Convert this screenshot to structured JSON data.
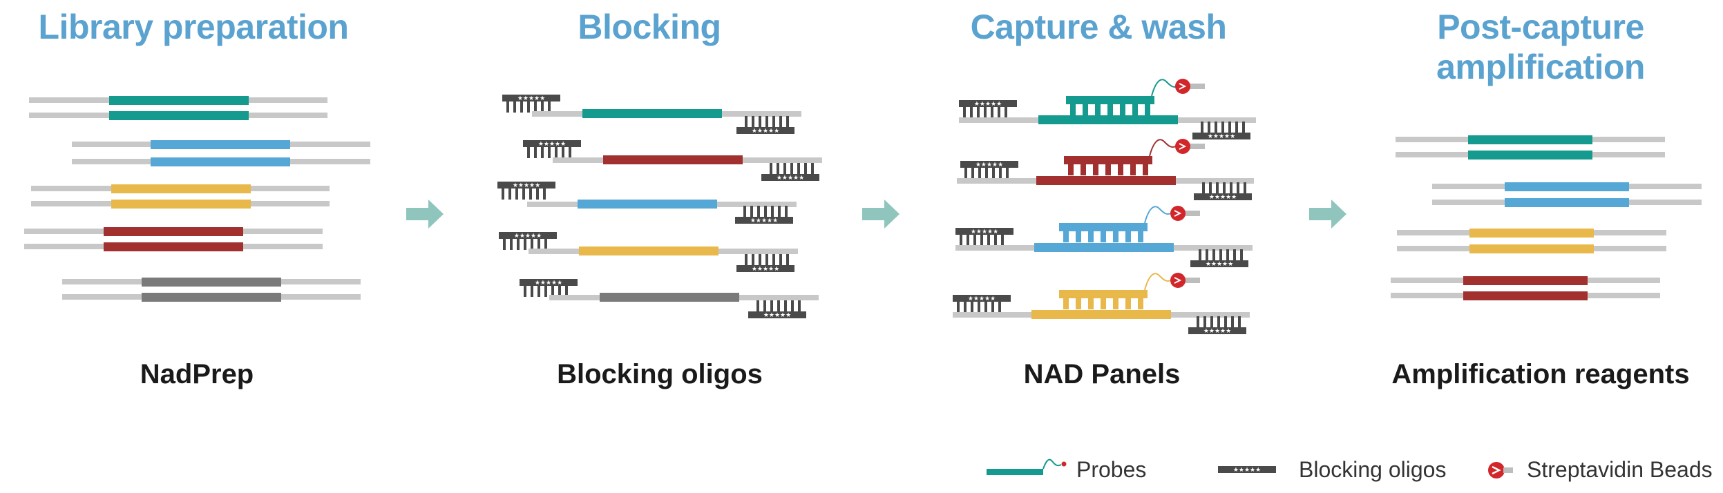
{
  "steps": [
    {
      "title": "Library preparation",
      "reagent": "NadPrep"
    },
    {
      "title": "Blocking",
      "reagent": "Blocking oligos"
    },
    {
      "title": "Capture & wash",
      "reagent": "NAD Panels"
    },
    {
      "title": "Post-capture amplification",
      "reagent": "Amplification reagents"
    }
  ],
  "legend": {
    "probes": "Probes",
    "blocking_oligos": "Blocking oligos",
    "beads": "Streptavidin Beads"
  },
  "colors": {
    "title": "#5aa2cf",
    "adapter": "#c8c8c8",
    "teal": "#149a8e",
    "blue": "#55a7d6",
    "yellow": "#e9b84a",
    "red": "#a2302f",
    "gray": "#7a7a7a",
    "blocker": "#4a4a4a",
    "bead": "#d1262a",
    "arrow": "#8fc5bc"
  }
}
